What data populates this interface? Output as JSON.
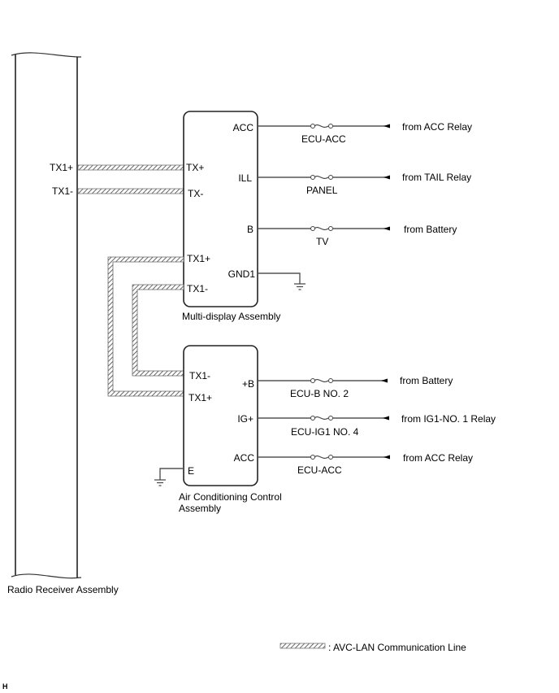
{
  "diagram": {
    "legend_label": ": AVC-LAN Communication Line",
    "corner_mark": "H",
    "colors": {
      "wire": "#555555",
      "outline": "#222222",
      "hatch": "#555555"
    }
  },
  "radio_receiver": {
    "name": "Radio Receiver Assembly",
    "pins": [
      "TX1+",
      "TX1-"
    ]
  },
  "multi_display": {
    "name": "Multi-display Assembly",
    "left_pins": [
      "TX+",
      "TX-",
      "TX1+",
      "TX1-"
    ],
    "right_pins": [
      "ACC",
      "ILL",
      "B",
      "GND1"
    ],
    "fuses": [
      "ECU-ACC",
      "PANEL",
      "TV"
    ],
    "sources": [
      "from ACC Relay",
      "from TAIL Relay",
      "from Battery"
    ]
  },
  "air_conditioning": {
    "name_line1": "Air Conditioning Control",
    "name_line2": "Assembly",
    "left_pins": [
      "TX1-",
      "TX1+",
      "E"
    ],
    "right_pins": [
      "+B",
      "IG+",
      "ACC"
    ],
    "fuses": [
      "ECU-B NO. 2",
      "ECU-IG1 NO. 4",
      "ECU-ACC"
    ],
    "sources": [
      "from Battery",
      "from IG1-NO.  1 Relay",
      "from ACC Relay"
    ]
  }
}
